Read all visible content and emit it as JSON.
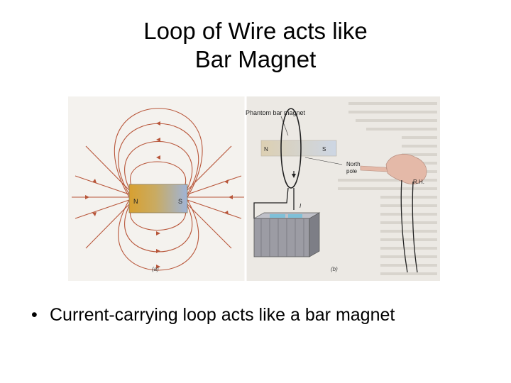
{
  "slide": {
    "title_line1": "Loop of Wire acts like",
    "title_line2": "Bar Magnet",
    "bullet": "Current-carrying loop acts like a bar magnet",
    "bullet_symbol": "•"
  },
  "figure": {
    "panel_a": {
      "magnet_north": "N",
      "magnet_south": "S",
      "caption": "(a)"
    },
    "panel_b": {
      "phantom_label": "Phantom bar magnet",
      "phantom_north": "N",
      "phantom_south": "S",
      "north_pole_label_line1": "North",
      "north_pole_label_line2": "pole",
      "current_label": "I",
      "hand_label": "R.H.",
      "caption": "(b)"
    },
    "colors": {
      "field_line": "#b8563a",
      "magnet_north": "#d8a030",
      "magnet_south": "#9fb4d8",
      "page_bg": "#ece9e4"
    }
  }
}
